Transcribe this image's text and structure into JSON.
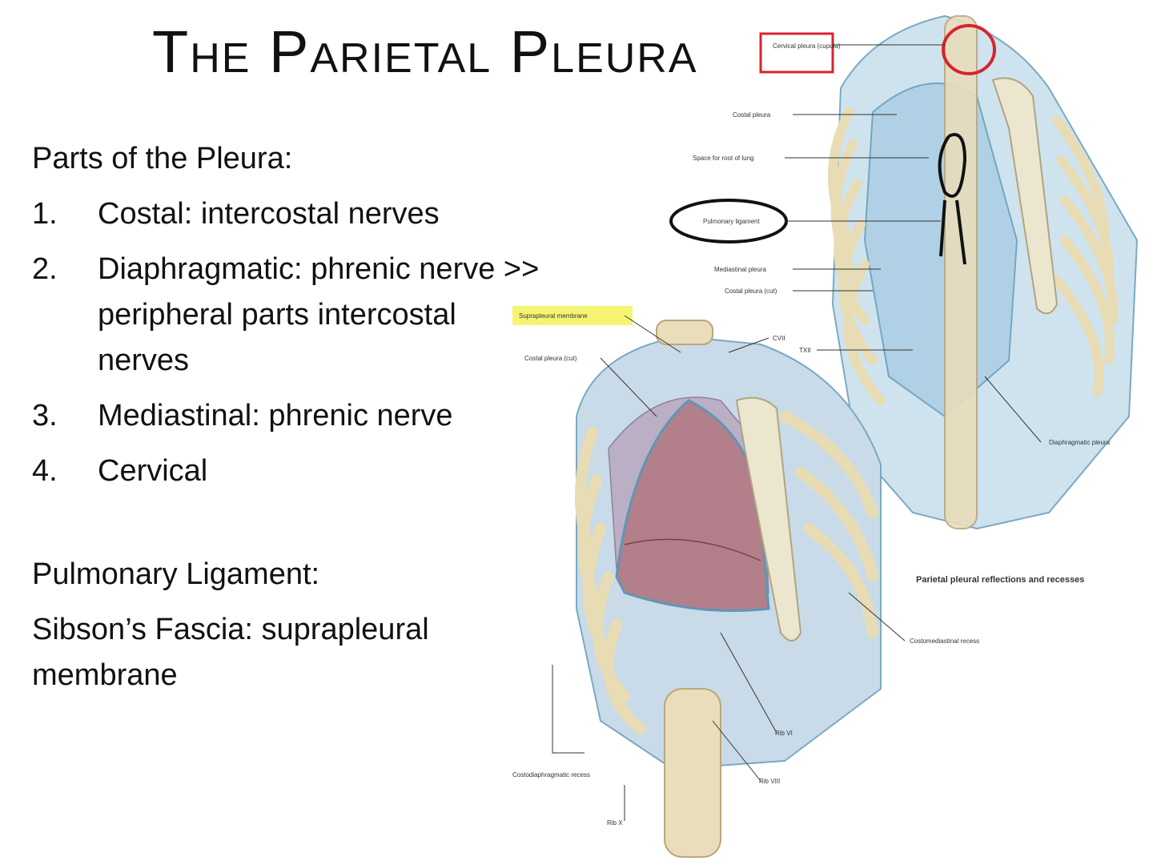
{
  "slide": {
    "title": "The Parietal Pleura",
    "parts_heading": "Parts of the Pleura:",
    "parts": [
      {
        "num": "1.",
        "text": "Costal: intercostal nerves"
      },
      {
        "num": "2.",
        "text": "Diaphragmatic: phrenic nerve >> peripheral parts intercostal nerves"
      },
      {
        "num": "3.",
        "text": "Mediastinal: phrenic nerve"
      },
      {
        "num": "4.",
        "text": "Cervical"
      }
    ],
    "ligament": "Pulmonary Ligament:",
    "fascia": "Sibson’s Fascia: suprapleural membrane"
  },
  "figure": {
    "caption": "Parietal pleural reflections and recesses",
    "labels": {
      "cervical_pleura": "Cervical pleura (cupula)",
      "costal_pleura": "Costal pleura",
      "root_space": "Space for root of lung",
      "pulmonary_ligament": "Pulmonary ligament",
      "mediastinal_pleura": "Mediastinal pleura",
      "costal_pleura_cut": "Costal pleura (cut)",
      "t_xii": "TXII",
      "diaphragmatic_pleura": "Diaphragmatic pleura",
      "suprapleural_membrane": "Suprapleural membrane",
      "c_vii": "CVII",
      "costal_pleura_cut_2": "Costal pleura (cut)",
      "costomediastinal_recess": "Costomediastinal recess",
      "rib_vi": "Rib VI",
      "rib_viii": "Rib VIII",
      "costodiaphragmatic_recess": "Costodiaphragmatic recess",
      "rib_x": "Rib X"
    },
    "annotation_colors": {
      "red": "#d9232d",
      "black": "#111111",
      "highlight": "#f3f35a"
    }
  }
}
